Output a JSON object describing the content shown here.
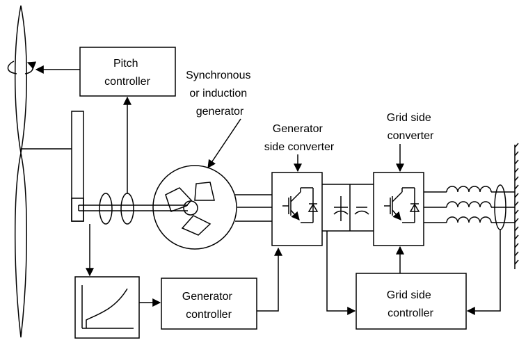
{
  "labels": {
    "pitch_controller": [
      "Pitch",
      "controller"
    ],
    "generator_type": [
      "Synchronous",
      "or induction",
      "generator"
    ],
    "generator_side_converter": [
      "Generator",
      "side converter"
    ],
    "grid_side_converter": [
      "Grid side",
      "converter"
    ],
    "generator_controller": [
      "Generator",
      "controller"
    ],
    "grid_side_controller": [
      "Grid side",
      "controller"
    ]
  },
  "colors": {
    "stroke": "#000000",
    "background": "#ffffff"
  },
  "icons": [
    "rotation-arrow-icon",
    "fan-blade-icon",
    "igbt-icon",
    "capacitor-icon",
    "inductor-icon",
    "ground-hatch-icon",
    "power-curve-icon"
  ]
}
